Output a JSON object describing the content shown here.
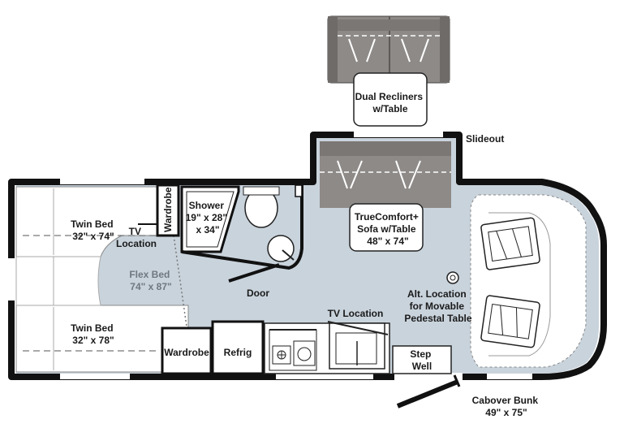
{
  "labels": {
    "dual_recliners": [
      "Dual Recliners",
      "w/Table"
    ],
    "slideout": "Slideout",
    "sofa": [
      "TrueComfort+",
      "Sofa w/Table",
      "48\" x 74\""
    ],
    "shower": [
      "Shower",
      "19\" x 28\"",
      "x 34\""
    ],
    "wardrobe_top": "Wardrobe",
    "tv_location_left": [
      "TV",
      "Location"
    ],
    "twin_bed_top": [
      "Twin Bed",
      "32\" x 74\""
    ],
    "flex_bed": [
      "Flex Bed",
      "74\" x 87\""
    ],
    "twin_bed_bottom": [
      "Twin Bed",
      "32\" x 78\""
    ],
    "door": "Door",
    "tv_location_kitchen": "TV Location",
    "alt_location": [
      "Alt. Location",
      "for Movable",
      "Pedestal Table"
    ],
    "wardrobe_bottom": "Wardrobe",
    "refrig": "Refrig",
    "step_well": [
      "Step",
      "Well"
    ],
    "cabover_bunk": [
      "Cabover Bunk",
      "49\" x 75\""
    ]
  },
  "colors": {
    "floor": "#c9d3dc",
    "wall": "#111111",
    "furniture_fill": "#ffffff",
    "sofa_fill": "#8e8a88",
    "sofa_dark": "#6f6b69",
    "label_gray": "#6f7780"
  }
}
